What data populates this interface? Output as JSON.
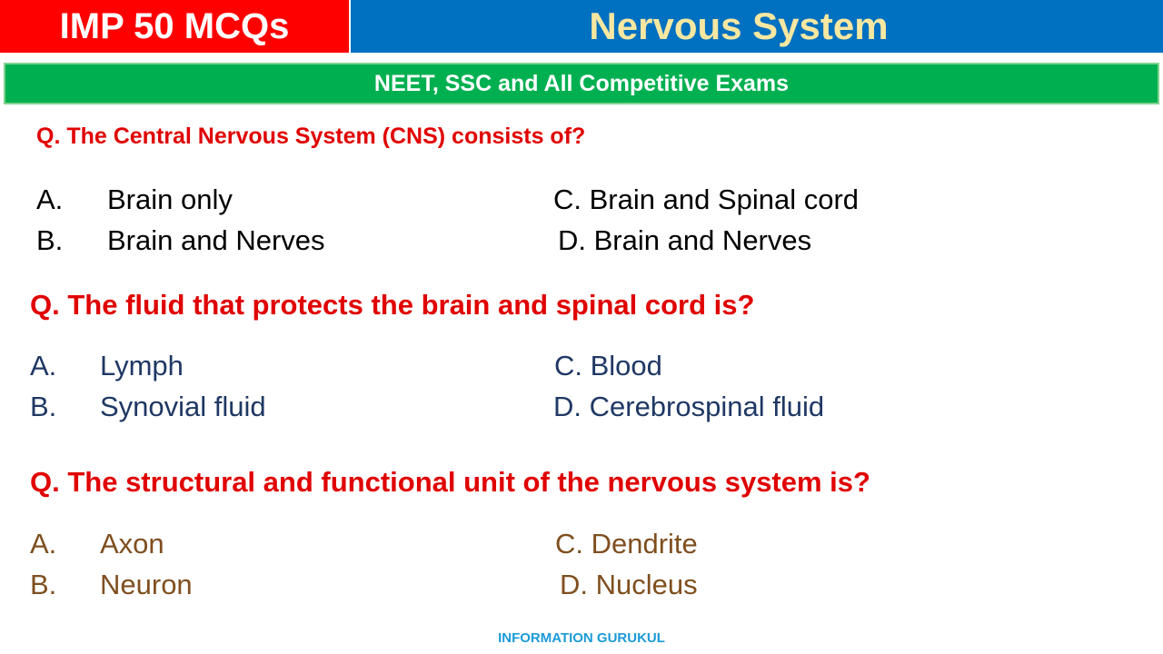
{
  "colors": {
    "red_bar": "#ff0000",
    "blue_bar": "#0070c0",
    "title_text": "#f7e7a1",
    "green_bar": "#00b050",
    "question_red": "#e00000",
    "set2_option": "#1f3864",
    "set3_option": "#7f4f1f",
    "set1_option": "#000000",
    "footer_text": "#1b9bd8"
  },
  "header": {
    "left_label": "IMP 50 MCQs",
    "title": "Nervous System",
    "subtitle": "NEET, SSC and All Competitive Exams"
  },
  "questions": [
    {
      "text": "Q. The Central Nervous System (CNS) consists of?",
      "options": [
        {
          "letter": "A.",
          "text": "Brain only"
        },
        {
          "letter": "B.",
          "text": "Brain and Nerves"
        },
        {
          "letter": "",
          "text": "C. Brain and Spinal cord"
        },
        {
          "letter": "",
          "text": "D. Brain and Nerves"
        }
      ]
    },
    {
      "text": "Q. The fluid that protects the brain and spinal cord is?",
      "options": [
        {
          "letter": "A.",
          "text": "Lymph"
        },
        {
          "letter": "B.",
          "text": "Synovial fluid"
        },
        {
          "letter": "",
          "text": "C. Blood"
        },
        {
          "letter": "",
          "text": "D. Cerebrospinal fluid"
        }
      ]
    },
    {
      "text": "Q. The structural and functional unit of the nervous system is?",
      "options": [
        {
          "letter": "A.",
          "text": "Axon"
        },
        {
          "letter": "B.",
          "text": "Neuron"
        },
        {
          "letter": "",
          "text": "C. Dendrite"
        },
        {
          "letter": "",
          "text": "D. Nucleus"
        }
      ]
    }
  ],
  "footer": {
    "brand": "INFORMATION GURUKUL"
  }
}
